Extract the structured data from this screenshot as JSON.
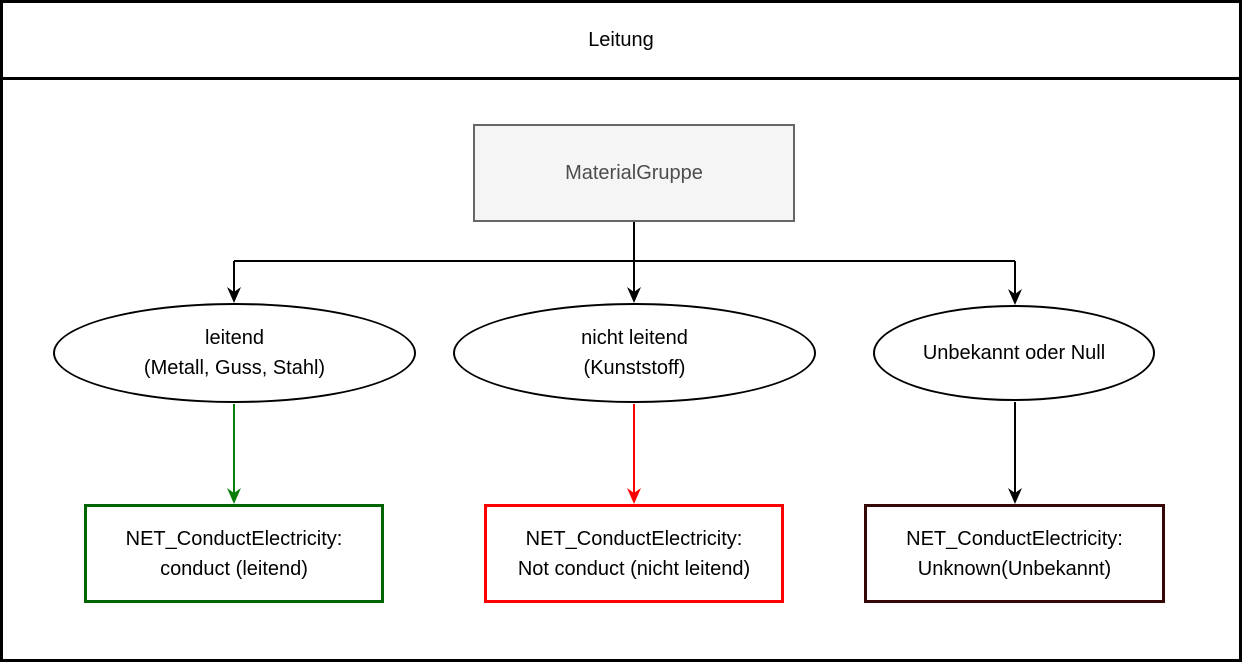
{
  "title": "Leitung",
  "root": {
    "label": "MaterialGruppe",
    "fill": "#f5f5f5",
    "border_color": "#666666",
    "text_color": "#4d4d4d"
  },
  "conditions": [
    {
      "line1": "leitend",
      "line2": "(Metall, Guss, Stahl)"
    },
    {
      "line1": "nicht leitend",
      "line2": "(Kunststoff)"
    },
    {
      "line1": "Unbekannt oder Null",
      "line2": ""
    }
  ],
  "results": [
    {
      "line1": "NET_ConductElectricity:",
      "line2": "conduct (leitend)",
      "border_color": "#006400",
      "arrow_color": "#0a7e0a"
    },
    {
      "line1": "NET_ConductElectricity:",
      "line2": "Not conduct (nicht leitend)",
      "border_color": "#ff0000",
      "arrow_color": "#ff0000"
    },
    {
      "line1": "NET_ConductElectricity:",
      "line2": "Unknown(Unbekannt)",
      "border_color": "#350707",
      "arrow_color": "#000000"
    }
  ],
  "colors": {
    "outline": "#000000",
    "connector": "#000000",
    "background": "#ffffff"
  }
}
